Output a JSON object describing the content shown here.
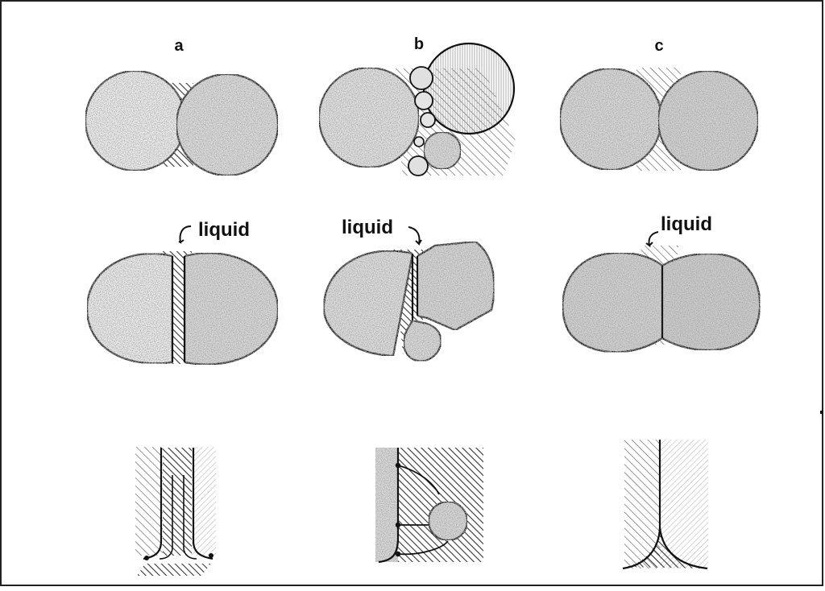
{
  "columns": [
    {
      "id": "a",
      "label": "a"
    },
    {
      "id": "b",
      "label": "b"
    },
    {
      "id": "c",
      "label": "c"
    }
  ],
  "row2": {
    "a": {
      "label": "liquid"
    },
    "b": {
      "label": "liquid"
    },
    "c": {
      "label": "liquid"
    }
  },
  "colors": {
    "outline": "#111111",
    "frame": "#222222",
    "paper": "#ffffff",
    "stipple_light": "#e2e2e2",
    "stipple_mid": "#d2d2d2",
    "stipple_dark": "#bdbdbd",
    "hatch": "#333333"
  }
}
